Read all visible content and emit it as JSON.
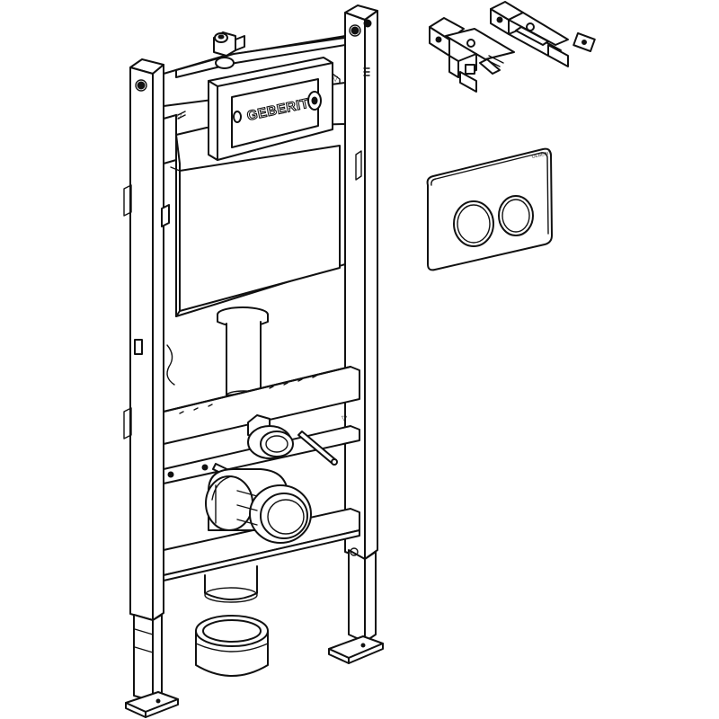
{
  "figure": {
    "brand_text": "GEBERIT",
    "plate_brand_text": "GEBERIT"
  },
  "colors": {
    "line": "#111111",
    "fill": "#ffffff"
  },
  "parts": [
    "installation-frame",
    "cistern",
    "flush-plate",
    "wall-brackets",
    "drain-bend",
    "connector-sleeve",
    "wc-connecting-pipe",
    "supply-valve",
    "threaded-rods"
  ]
}
